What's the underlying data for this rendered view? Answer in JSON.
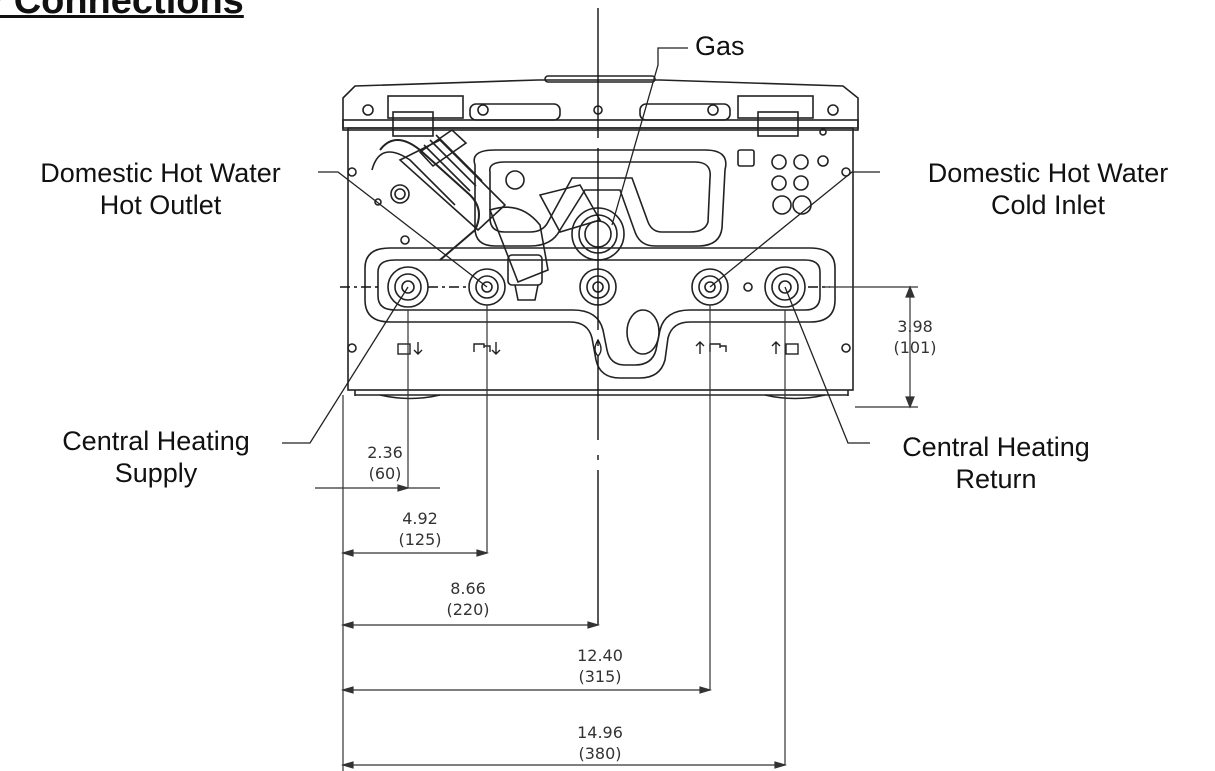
{
  "title": "y Connections",
  "labels": {
    "gas": "Gas",
    "dhw_hot_outlet": [
      "Domestic Hot Water",
      "Hot Outlet"
    ],
    "dhw_cold_inlet": [
      "Domestic Hot Water",
      "Cold Inlet"
    ],
    "ch_supply": [
      "Central Heating",
      "Supply"
    ],
    "ch_return": [
      "Central Heating",
      "Return"
    ]
  },
  "dimensions": {
    "height": {
      "in": "3.98",
      "mm": "(101)"
    },
    "d1": {
      "in": "2.36",
      "mm": "(60)"
    },
    "d2": {
      "in": "4.92",
      "mm": "(125)"
    },
    "d3": {
      "in": "8.66",
      "mm": "(220)"
    },
    "d4": {
      "in": "12.40",
      "mm": "(315)"
    },
    "d5": {
      "in": "14.96",
      "mm": "(380)"
    }
  },
  "colors": {
    "line": "#111111",
    "dim_text": "#333333"
  }
}
